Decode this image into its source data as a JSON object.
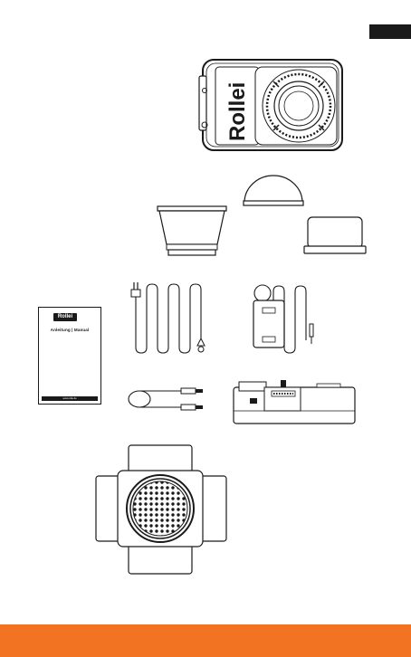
{
  "camera": {
    "brand": "Rollei"
  },
  "manual": {
    "brand": "Rollei",
    "title": "Anleitung | Manual",
    "url": "www.rollei.de"
  },
  "colors": {
    "accent": "#f27321",
    "ink": "#1a1a1a",
    "background": "#ffffff"
  }
}
